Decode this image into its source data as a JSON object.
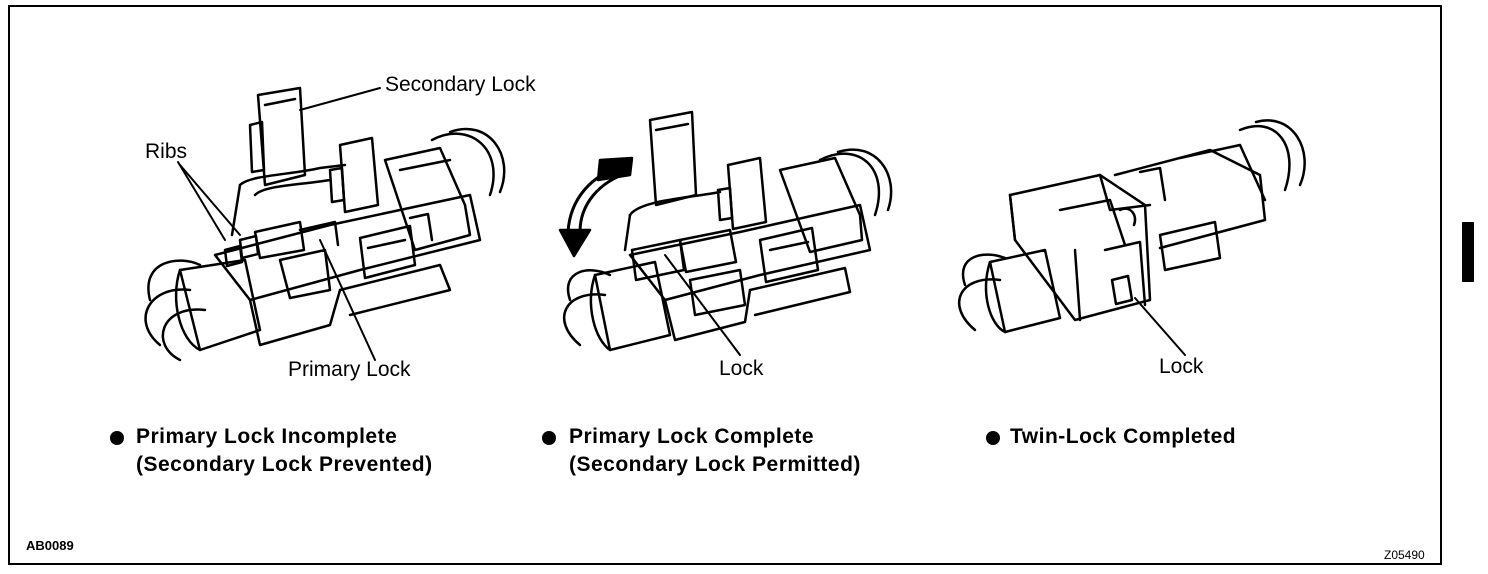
{
  "labels": {
    "secondary_lock": "Secondary Lock",
    "ribs": "Ribs",
    "primary_lock": "Primary Lock",
    "lock_middle": "Lock",
    "lock_right": "Lock"
  },
  "captions": [
    {
      "line1": "Primary Lock Incomplete",
      "line2": "(Secondary Lock Prevented)"
    },
    {
      "line1": "Primary Lock Complete",
      "line2": "(Secondary Lock Permitted)"
    },
    {
      "line1": "Twin-Lock Completed",
      "line2": ""
    }
  ],
  "codes": {
    "left": "AB0089",
    "right": "Z05490"
  }
}
